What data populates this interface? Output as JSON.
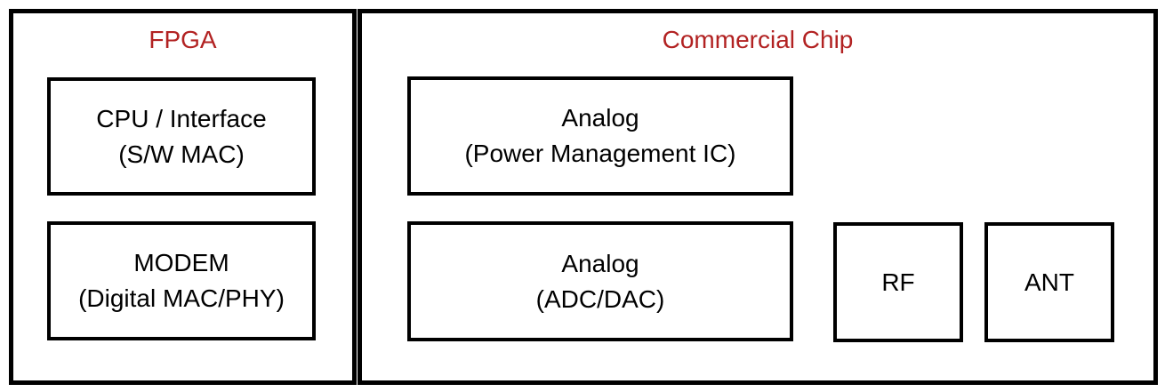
{
  "diagram": {
    "type": "block-diagram",
    "colors": {
      "title_text": "#B22222",
      "border": "#000000",
      "block_text": "#000000",
      "background": "#ffffff"
    },
    "fpga": {
      "title": "FPGA",
      "blocks": [
        {
          "id": "cpu-interface",
          "lines": [
            "CPU / Interface",
            "(S/W MAC)"
          ]
        },
        {
          "id": "modem",
          "lines": [
            "MODEM",
            "(Digital MAC/PHY)"
          ]
        }
      ]
    },
    "commercial": {
      "title": "Commercial Chip",
      "blocks": [
        {
          "id": "analog-pmic",
          "lines": [
            "Analog",
            "(Power Management IC)"
          ]
        },
        {
          "id": "analog-adc",
          "lines": [
            "Analog",
            "(ADC/DAC)"
          ]
        },
        {
          "id": "rf",
          "lines": [
            "RF"
          ]
        },
        {
          "id": "ant",
          "lines": [
            "ANT"
          ]
        }
      ]
    }
  }
}
